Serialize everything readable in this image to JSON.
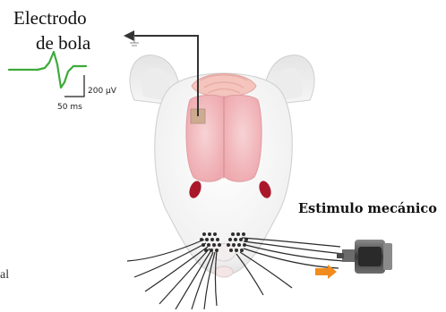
{
  "electrode": {
    "label_line1": "Electrodo",
    "label_line2": "de bola"
  },
  "scale_bar": {
    "amplitude": "200 µV",
    "time": "50 ms"
  },
  "stimulus": {
    "label": "Estimulo mecánico"
  },
  "left_edge_fragment": "al",
  "colors": {
    "signal_trace": "#3daa3a",
    "electrode_wire": "#333333",
    "cortex": "#f2b9bd",
    "electrode_pad": "#c9a98b",
    "eye": "#a9182a",
    "stimulus_arrow": "#f08c1e"
  }
}
